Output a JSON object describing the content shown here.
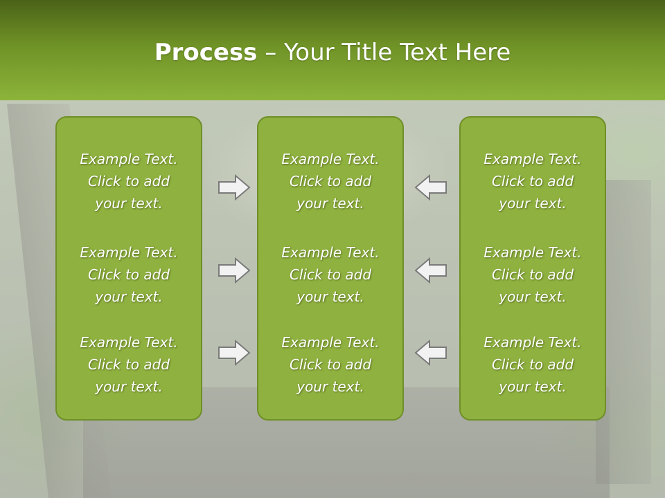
{
  "slide": {
    "title_bold": "Process",
    "title_rest": " – Your Title Text Here"
  },
  "columns": [
    {
      "items": [
        "Example Text.\nClick  to add\nyour text.",
        "Example Text.\nClick  to add\nyour text.",
        "Example Text.\nClick  to add\nyour text."
      ]
    },
    {
      "items": [
        "Example Text.\nClick  to add\nyour text.",
        "Example Text.\nClick  to add\nyour text.",
        "Example Text.\nClick  to add\nyour text."
      ]
    },
    {
      "items": [
        "Example Text.\nClick  to add\nyour text.",
        "Example Text.\nClick  to add\nyour text.",
        "Example Text.\nClick  to add\nyour text."
      ]
    }
  ],
  "arrows": {
    "left_group": [
      "arrow-right-icon",
      "arrow-right-icon",
      "arrow-right-icon"
    ],
    "right_group": [
      "arrow-left-icon",
      "arrow-left-icon",
      "arrow-left-icon"
    ]
  },
  "colors": {
    "header_top": "#4a6218",
    "header_bottom": "#8cb43a",
    "card_fill": "#8fb13f",
    "card_border": "#6f8f28",
    "text": "#ffffff"
  }
}
